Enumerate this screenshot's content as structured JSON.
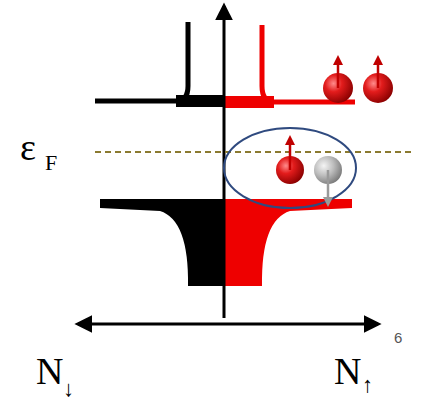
{
  "diagram": {
    "labels": [
      "ε",
      "F",
      "N",
      "↓",
      "N",
      "↑",
      "6"
    ]
  }
}
